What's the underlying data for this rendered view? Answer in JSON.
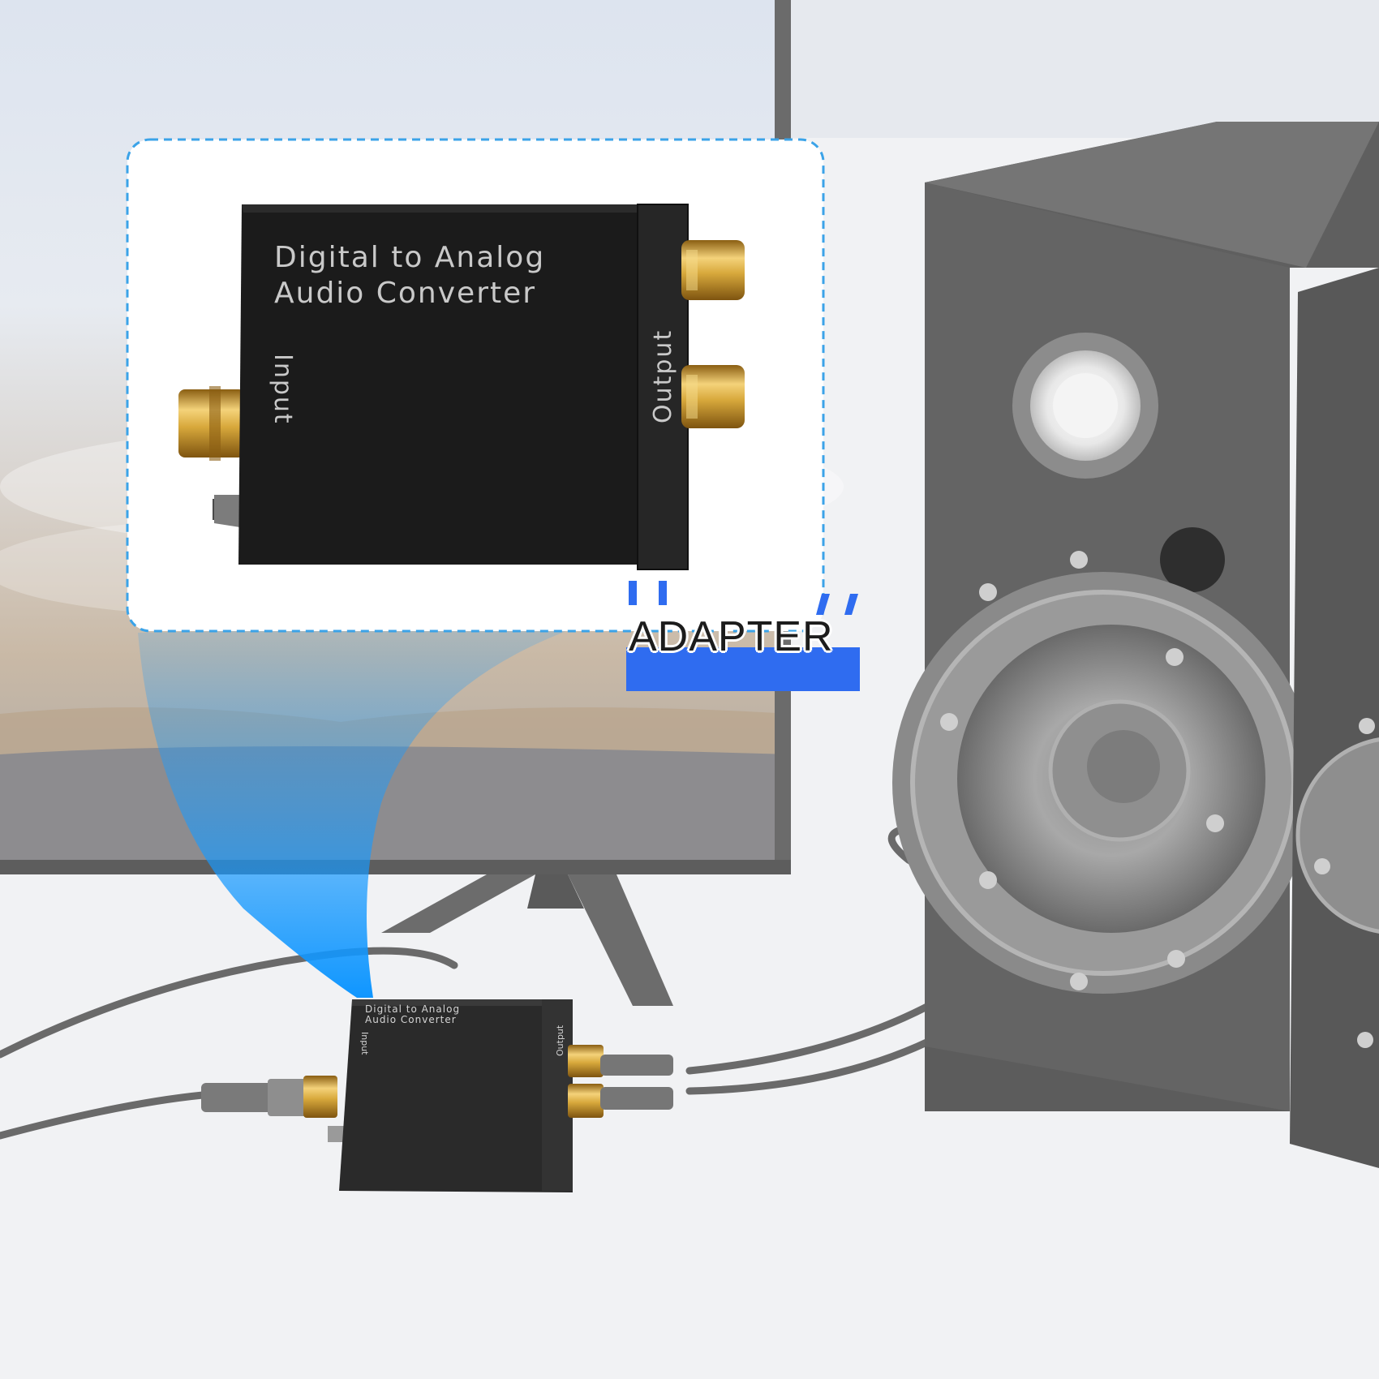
{
  "zoom_device": {
    "title_line1": "Digital to Analog",
    "title_line2": "Audio Converter",
    "input_label": "Input",
    "output_label": "Output"
  },
  "small_device": {
    "title_line1": "Digital to Analog",
    "title_line2": "Audio Converter",
    "input_label": "Input",
    "output_label": "Output"
  },
  "badge": {
    "label": "ADAPTER"
  },
  "colors": {
    "accent_blue": "#2f6cf0",
    "callout_blue": "#1a9bff",
    "device_black": "#1b1b1b",
    "gold": "#d4a73a"
  }
}
